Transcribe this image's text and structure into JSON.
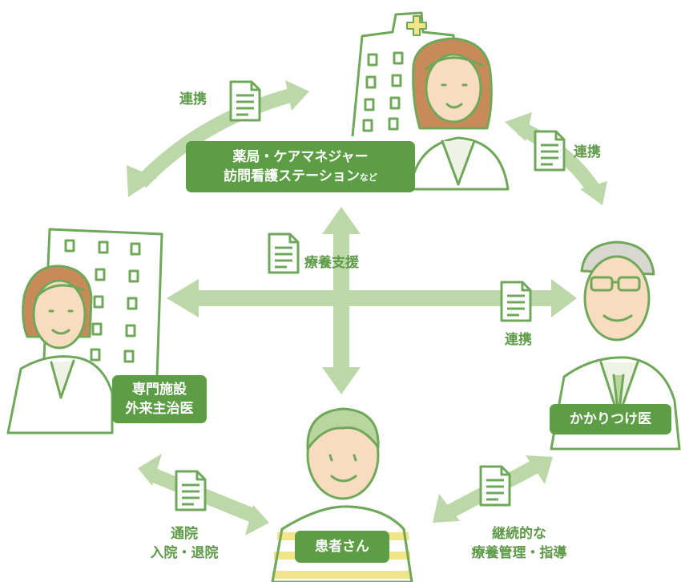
{
  "colors": {
    "accent_green": "#5c9d45",
    "arrow_green": "#bcd8a8",
    "line_green": "#6fa858",
    "label_green": "#5e9a48",
    "stripe_yellow": "#f2e48a"
  },
  "nodes": {
    "pharmacy": {
      "line1": "薬局・ケアマネジャー",
      "line2": "訪問看護ステーション",
      "suffix": "など"
    },
    "specialist": {
      "line1": "専門施設",
      "line2": "外来主治医"
    },
    "gp": {
      "label": "かかりつけ医"
    },
    "patient": {
      "label": "患者さん"
    }
  },
  "edges": {
    "top_left": "連携",
    "top_right": "連携",
    "center": "療養支援",
    "center_right": "連携",
    "bottom_left_line1": "通院",
    "bottom_left_line2": "入院・退院",
    "bottom_right_line1": "継続的な",
    "bottom_right_line2": "療養管理・指導"
  }
}
